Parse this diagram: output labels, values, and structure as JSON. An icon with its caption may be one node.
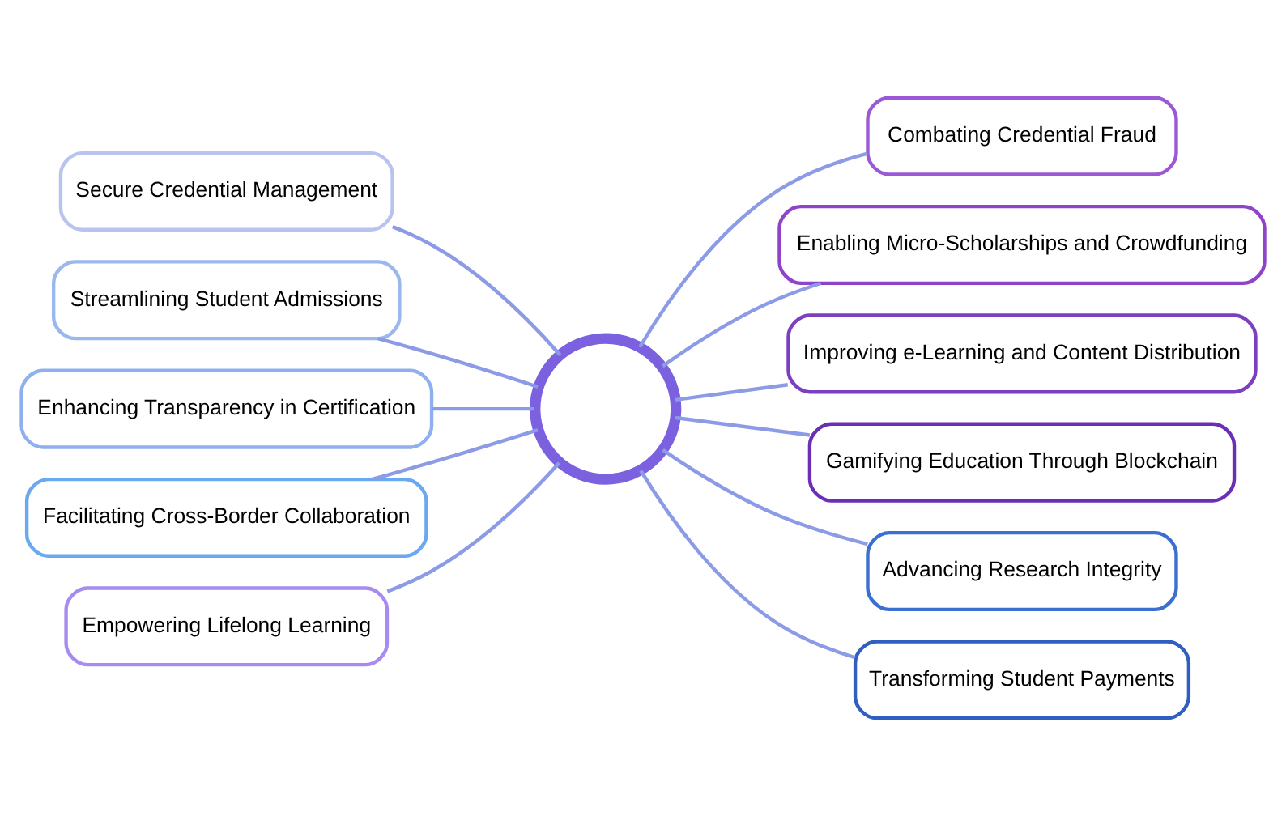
{
  "diagram": {
    "nodes": [
      {
        "text": [],
        "shape": "circle"
      },
      {
        "text": [
          "Secure Credential Management"
        ]
      },
      {
        "text": [
          "Streamlining Student Admissions"
        ]
      },
      {
        "text": [
          "Enhancing Transparency in Certification"
        ]
      },
      {
        "text": [
          "Facilitating Cross-Border Collaboration"
        ]
      },
      {
        "text": [
          "Empowering Lifelong Learning"
        ]
      },
      {
        "text": [
          "Combating Credential Fraud"
        ]
      },
      {
        "text": [
          "Enabling Micro-Scholarships and Crowdfunding"
        ]
      },
      {
        "text": [
          "Improving e-Learning and Content Distribution"
        ]
      },
      {
        "text": [
          "Gamifying Education Through Blockchain"
        ]
      },
      {
        "text": [
          "Advancing Research Integrity"
        ]
      },
      {
        "text": [
          "Transforming Student Payments"
        ]
      }
    ],
    "edges": [
      {
        "from": 1,
        "to": 0,
        "arrow": "none"
      },
      {
        "from": 2,
        "to": 0,
        "arrow": "none"
      },
      {
        "from": 3,
        "to": 0,
        "arrow": "none"
      },
      {
        "from": 4,
        "to": 0,
        "arrow": "none"
      },
      {
        "from": 5,
        "to": 0,
        "arrow": "none"
      },
      {
        "from": 0,
        "to": 6,
        "arrow": "none"
      },
      {
        "from": 0,
        "to": 7,
        "arrow": "none"
      },
      {
        "from": 0,
        "to": 8,
        "arrow": "none"
      },
      {
        "from": 0,
        "to": 9,
        "arrow": "none"
      },
      {
        "from": 0,
        "to": 10,
        "arrow": "none"
      },
      {
        "from": 0,
        "to": 11,
        "arrow": "none"
      }
    ]
  }
}
